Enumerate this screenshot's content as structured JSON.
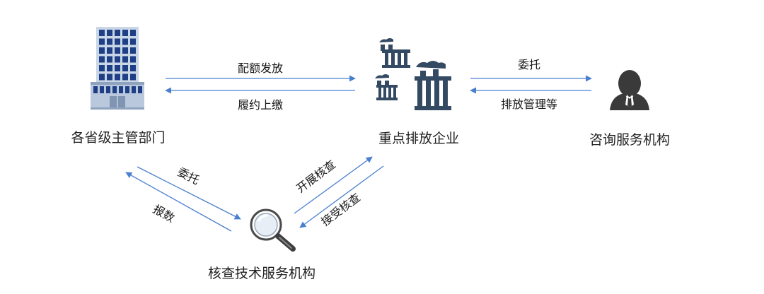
{
  "colors": {
    "arrow": "#4a7fd0",
    "icon_dark": "#344a63",
    "window_blue": "#1e3f86",
    "building_light": "#c9d6e6",
    "person": "#3a3a3a"
  },
  "nodes": {
    "gov": {
      "label": "各省级主管部门",
      "icon": "office-building-icon"
    },
    "enterprise": {
      "label": "重点排放企业",
      "icon": "factory-icon"
    },
    "consult": {
      "label": "咨询服务机构",
      "icon": "person-icon"
    },
    "verify": {
      "label": "核查技术服务机构",
      "icon": "magnifier-icon"
    }
  },
  "edges": {
    "gov_to_ent": "配额发放",
    "ent_to_gov": "履约上缴",
    "ent_to_consult": "委托",
    "consult_to_ent": "排放管理等",
    "gov_to_verify": "委托",
    "verify_to_gov": "报数",
    "verify_to_ent": "开展核查",
    "ent_to_verify": "接受核查"
  }
}
